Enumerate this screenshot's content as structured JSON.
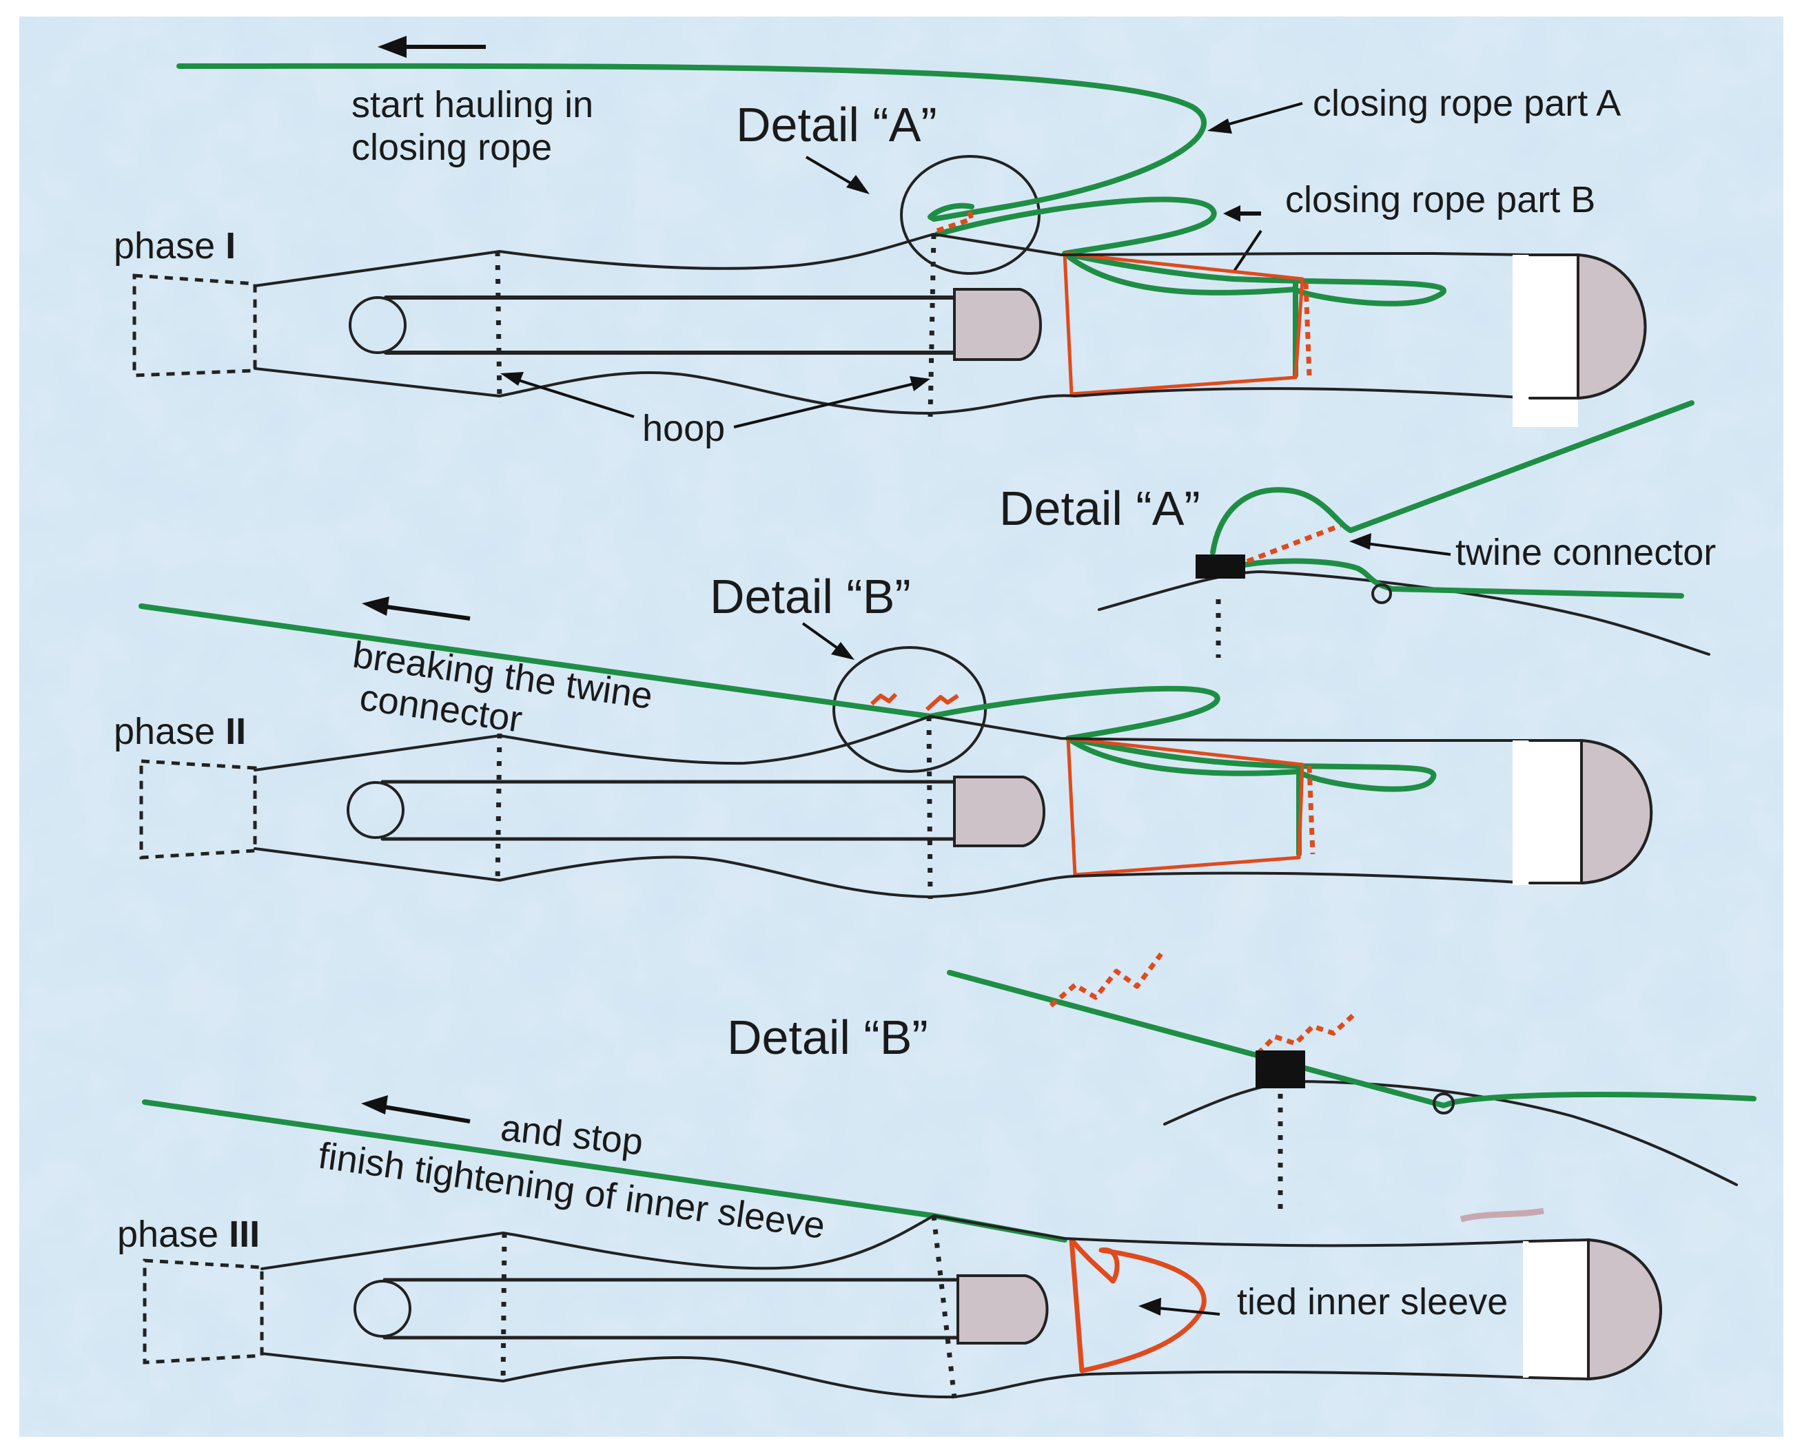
{
  "colors": {
    "background": "#cfe4f3",
    "rope_green": "#1f8e45",
    "twine_red": "#e04a1c",
    "codend_grey": "#cdc2c8"
  },
  "labels": {
    "start_hauling": [
      "start hauling in",
      "closing rope"
    ],
    "detail_a_top": "Detail “A”",
    "closing_rope_a": "closing rope part A",
    "closing_rope_b": "closing rope part B",
    "phase_word": "phase",
    "phase_1_num": "I",
    "hoop": "hoop",
    "detail_a_inset": "Detail “A”",
    "twine_connector": "twine connector",
    "detail_b_top": "Detail “B”",
    "breaking_twine_1": "breaking the twine",
    "breaking_twine_2": "connector",
    "phase_2_num": "II",
    "detail_b_inset": "Detail “B”",
    "and_stop": "and stop",
    "finish_tightening": "finish tightening of inner sleeve",
    "phase_3_num": "III",
    "tied_inner_sleeve": "tied inner sleeve"
  }
}
